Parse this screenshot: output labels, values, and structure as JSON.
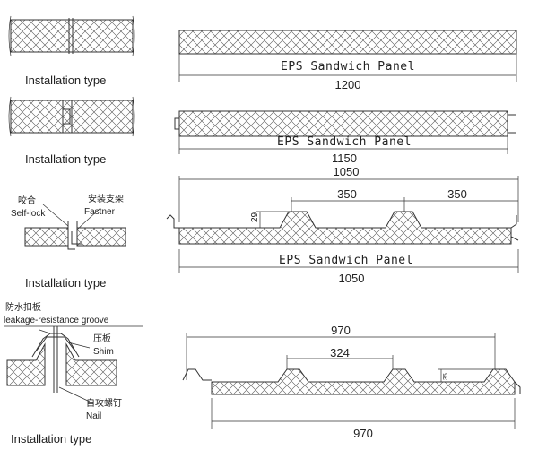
{
  "installation_caption": "Installation type",
  "diagrams": {
    "flat": {
      "title": "EPS Sandwich Panel",
      "width": "1200"
    },
    "tongue": {
      "title": "EPS Sandwich Panel",
      "width": "1150"
    },
    "wall": {
      "title": "EPS Sandwich Panel",
      "overall": "1050",
      "effective": "1050",
      "pitch_1": "350",
      "pitch_2": "350",
      "rib_height": "29"
    },
    "roof": {
      "overall": "970",
      "effective": "970",
      "pitch": "324",
      "rib_height": "35"
    }
  },
  "detail_labels": {
    "self_lock_cn": "咬合",
    "self_lock_en": "Self-lock",
    "fastner_cn": "安装支架",
    "fastner_en": "Fastner",
    "groove_cn": "防水扣板",
    "groove_en": "leakage-resistance groove",
    "shim_cn": "压板",
    "shim_en": "Shim",
    "nail_cn": "自攻螺钉",
    "nail_en": "Nail"
  }
}
